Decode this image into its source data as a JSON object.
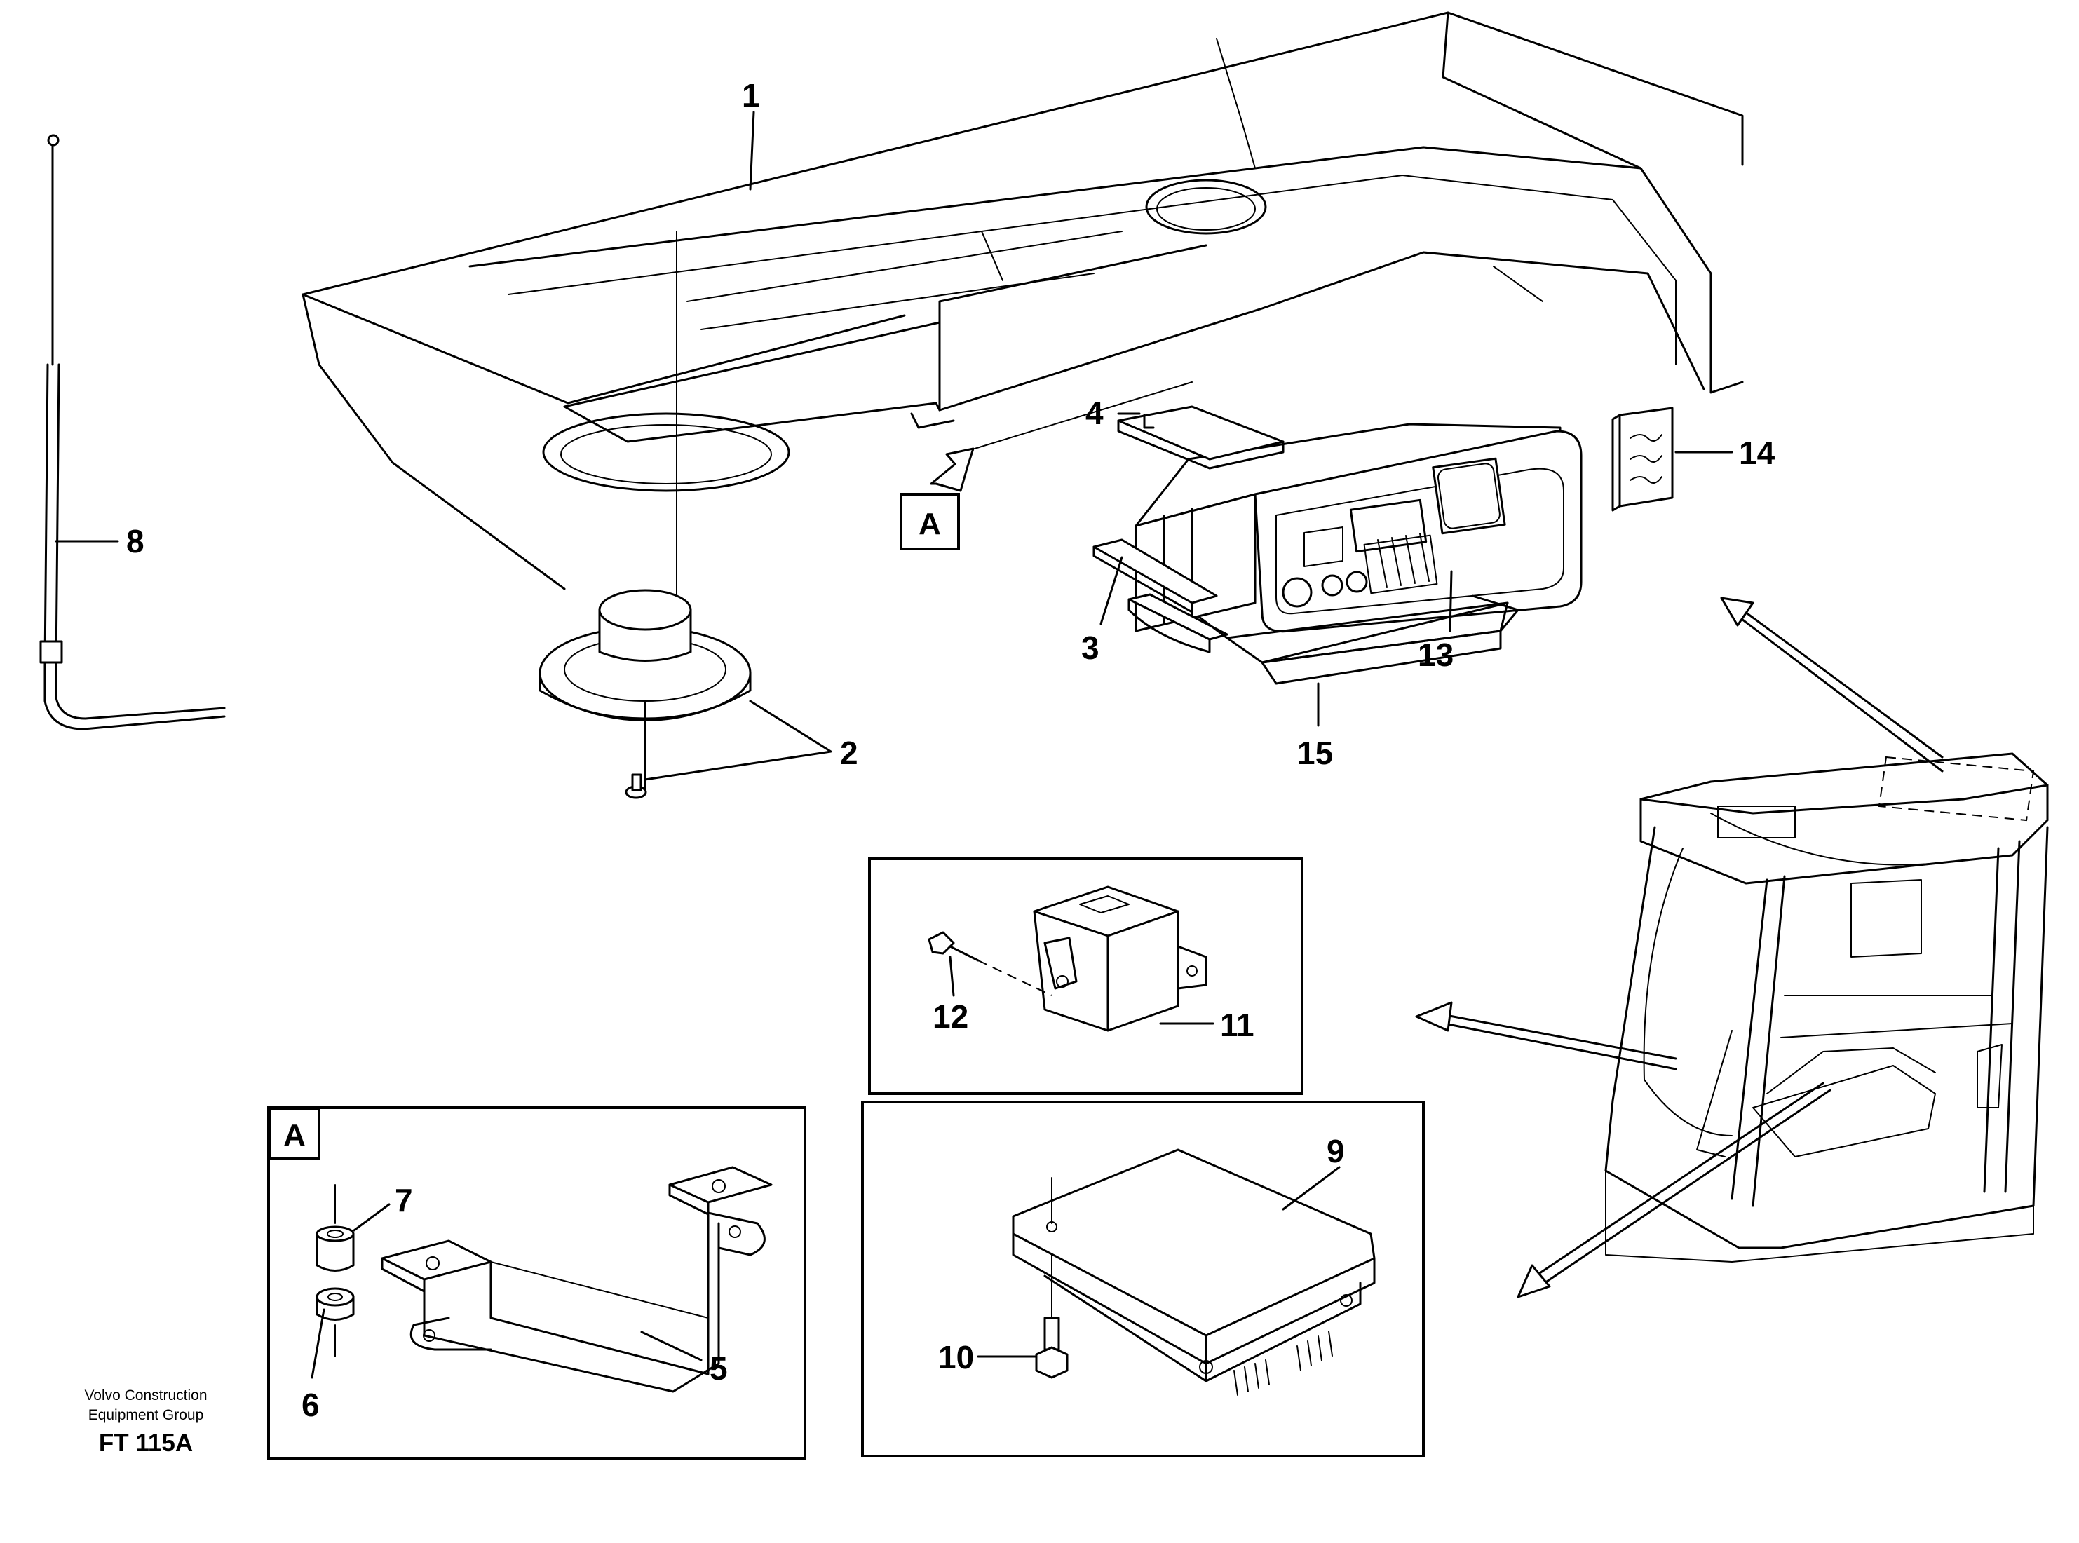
{
  "labels": {
    "1": "1",
    "2": "2",
    "3": "3",
    "4": "4",
    "5": "5",
    "6": "6",
    "7": "7",
    "8": "8",
    "9": "9",
    "10": "10",
    "11": "11",
    "12": "12",
    "13": "13",
    "14": "14",
    "15": "15"
  },
  "detail_ref": "A",
  "detail_box_label": "A",
  "footer": {
    "company_line1": "Volvo Construction",
    "company_line2": "Equipment Group",
    "code": "FT 115A"
  }
}
